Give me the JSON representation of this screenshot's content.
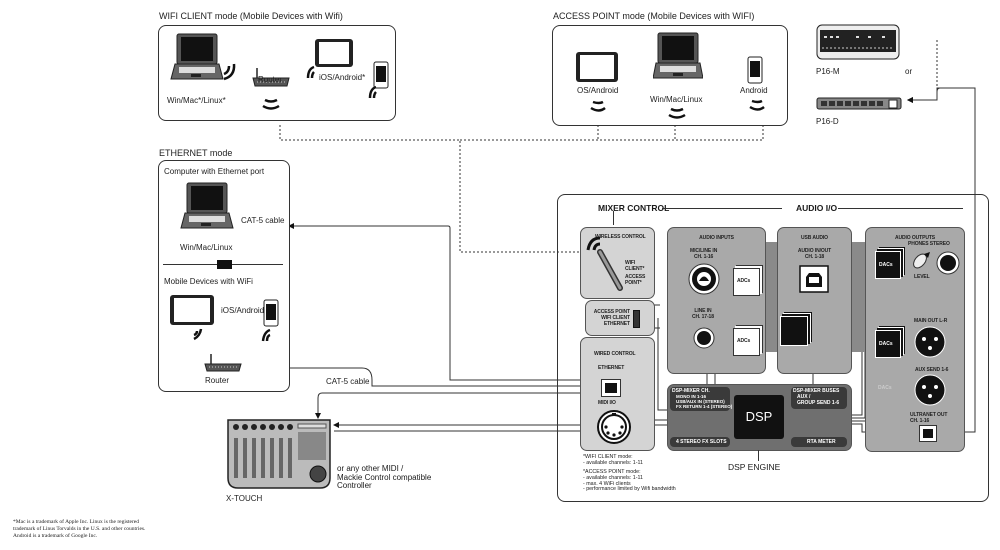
{
  "modes": {
    "wifi_client": {
      "title": "WIFI CLIENT mode (Mobile Devices with Wifi)",
      "laptop_label": "Win/Mac*/Linux*",
      "router_label": "Router",
      "mobile_label": "iOS/Android*"
    },
    "access_point": {
      "title": "ACCESS POINT mode (Mobile Devices with WIFI)",
      "tablet_label": "OS/Android",
      "laptop_label": "Win/Mac/Linux",
      "phone_label": "Android"
    },
    "ethernet": {
      "title": "ETHERNET mode",
      "computer_heading": "Computer with Ethernet port",
      "cable_label": "CAT-5 cable",
      "laptop_label": "Win/Mac/Linux",
      "mobile_heading": "Mobile Devices with WiFi",
      "mobile_label": "iOS/Android",
      "router_label": "Router"
    }
  },
  "cat5_router_label": "CAT-5 cable",
  "personal_monitors": {
    "p16m_label": "P16-M",
    "or_label": "or",
    "p16d_label": "P16-D"
  },
  "xtouch": {
    "label": "X-TOUCH",
    "note_lines": [
      "or any other MIDI /",
      "Mackie Control compatible",
      "Controller"
    ]
  },
  "footnote_lines": [
    "*Mac is a trademark of Apple Inc. Linux is the registered",
    "trademark of Linus Torvalds in the U.S. and other countries.",
    "Android is a trademark of Google Inc."
  ],
  "mixer": {
    "mixer_control_title": "MIXER CONTROL",
    "audio_io_title": "AUDIO I/O",
    "dsp_engine_title": "DSP ENGINE",
    "wireless": {
      "title": "WIRELESS CONTROL",
      "wifi_client": [
        "WIFI",
        "CLIENT*"
      ],
      "access_point": [
        "ACCESS",
        "POINT*"
      ]
    },
    "switch_labels": [
      "ACCESS POINT",
      "WIFI CLIENT",
      "ETHERNET"
    ],
    "wired": {
      "title": "WIRED CONTROL",
      "ethernet": "ETHERNET",
      "midi": "MIDI I/O"
    },
    "notes": {
      "wifi_client": [
        "*WIFI CLIENT mode:",
        " - available channels: 1-11"
      ],
      "access_point": [
        "*ACCESS POINT mode:",
        " - available channels: 1-11",
        " - max. 4 WiFi clients",
        " - performance limited by Wifi bandwidth"
      ]
    },
    "audio_inputs": {
      "title": "AUDIO INPUTS",
      "micline": [
        "MIC/LINE IN",
        "CH. 1-16"
      ],
      "linein": [
        "LINE IN",
        "CH. 17-18"
      ],
      "adc": "ADCs"
    },
    "usb_audio": {
      "title": "USB AUDIO",
      "io": [
        "AUDIO IN/OUT",
        "CH. 1-18"
      ]
    },
    "audio_outputs": {
      "title": "AUDIO OUTPUTS",
      "phones": "PHONES STEREO",
      "level": "LEVEL",
      "main": "MAIN OUT L-R",
      "aux": "AUX SEND 1-6",
      "ultranet": [
        "ULTRANET OUT",
        "CH. 1-16"
      ],
      "dac": "DACs"
    },
    "dsp": {
      "chip": "DSP",
      "ch_title": "DSP-MIXER CH.",
      "ch_items": [
        "MONO IN 1-16",
        "USB/AUX IN (STEREO)",
        "FX RETURN 1-4 (STEREO)"
      ],
      "bus_title": "DSP-MIXER BUSES",
      "bus_items": [
        "AUX /",
        "GROUP SEND 1-6"
      ],
      "fx_slots": "4 STEREO FX SLOTS",
      "rta": "RTA METER"
    }
  }
}
